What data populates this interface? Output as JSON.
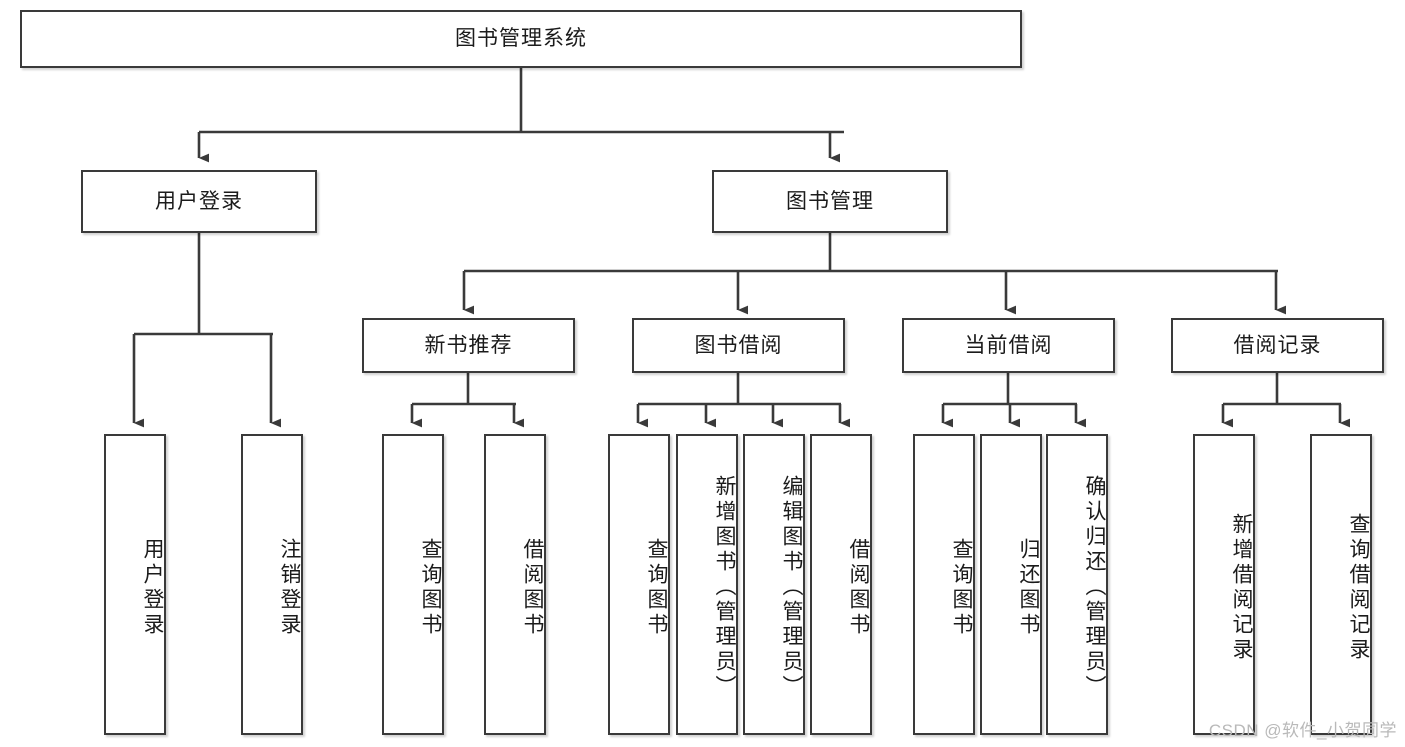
{
  "diagram": {
    "type": "tree-hierarchy-chart",
    "title": "图书管理系统",
    "watermark": "CSDN @软件_小贺同学",
    "colors": {
      "stroke": "#3a3a3a",
      "fill": "#ffffff",
      "text": "#1b1b1b",
      "watermark": "#b9b9b9"
    },
    "nodes": {
      "root": {
        "label": "图书管理系统"
      },
      "level2": [
        {
          "id": "user-login",
          "label": "用户登录"
        },
        {
          "id": "book-management",
          "label": "图书管理"
        }
      ],
      "level3": [
        {
          "id": "new-book-recommend",
          "label": "新书推荐"
        },
        {
          "id": "book-borrow",
          "label": "图书借阅"
        },
        {
          "id": "current-borrow",
          "label": "当前借阅"
        },
        {
          "id": "borrow-record",
          "label": "借阅记录"
        }
      ],
      "leaves": {
        "user_login": [
          {
            "id": "leaf-user-login",
            "label": "用户登录"
          },
          {
            "id": "leaf-logout-login",
            "label": "注销登录"
          }
        ],
        "new_book_recommend": [
          {
            "id": "leaf-query-book-1",
            "label": "查询图书"
          },
          {
            "id": "leaf-borrow-book-1",
            "label": "借阅图书"
          }
        ],
        "book_borrow": [
          {
            "id": "leaf-query-book-2",
            "label": "查询图书"
          },
          {
            "id": "leaf-add-book",
            "label": "新增图书（管理员）"
          },
          {
            "id": "leaf-edit-book",
            "label": "编辑图书（管理员）"
          },
          {
            "id": "leaf-borrow-book-2",
            "label": "借阅图书"
          }
        ],
        "current_borrow": [
          {
            "id": "leaf-query-book-3",
            "label": "查询图书"
          },
          {
            "id": "leaf-return-book",
            "label": "归还图书"
          },
          {
            "id": "leaf-confirm-return",
            "label": "确认归还（管理员）"
          }
        ],
        "borrow_record": [
          {
            "id": "leaf-add-record",
            "label": "新增借阅记录"
          },
          {
            "id": "leaf-query-record",
            "label": "查询借阅记录"
          }
        ]
      }
    }
  }
}
